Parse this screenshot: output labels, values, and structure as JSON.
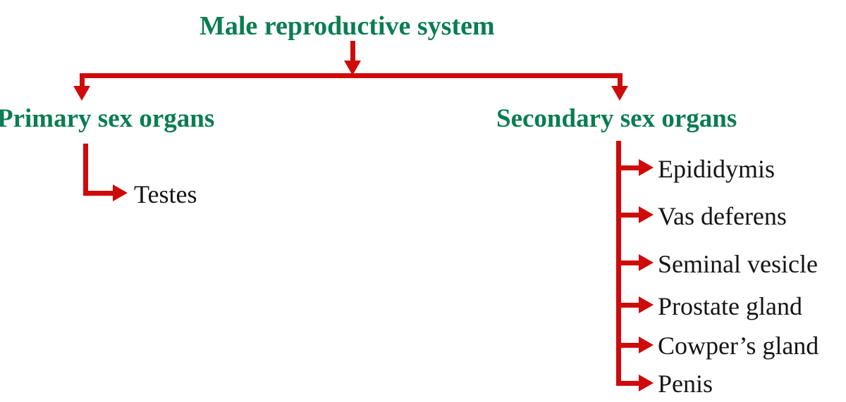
{
  "diagram": {
    "type": "flowchart-tree",
    "title": "Male reproductive system",
    "colors": {
      "heading": "#0a7d52",
      "connector": "#cf0a0a",
      "leaf_text": "#141414",
      "background": "#ffffff"
    },
    "root": {
      "label": "Male reproductive system"
    },
    "branches": [
      {
        "label": "Primary sex organs",
        "children": [
          {
            "label": "Testes"
          }
        ]
      },
      {
        "label": "Secondary sex organs",
        "children": [
          {
            "label": "Epididymis"
          },
          {
            "label": "Vas deferens"
          },
          {
            "label": "Seminal vesicle"
          },
          {
            "label": "Prostate gland"
          },
          {
            "label": "Cowper’s gland"
          },
          {
            "label": "Penis"
          }
        ]
      }
    ]
  }
}
